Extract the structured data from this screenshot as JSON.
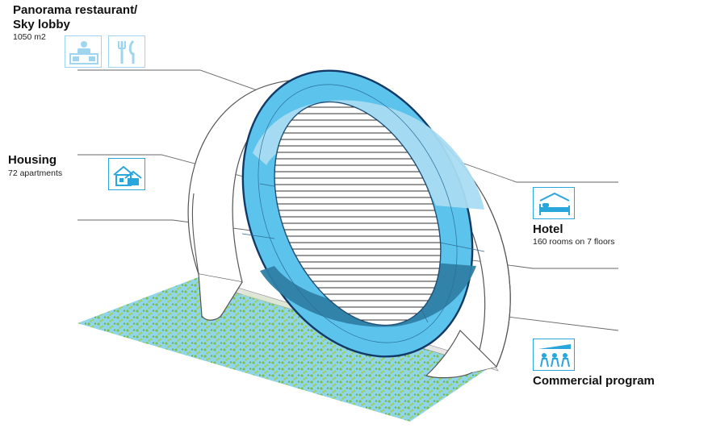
{
  "labels": {
    "restaurant": {
      "title_line1": "Panorama restaurant/",
      "title_line2": "Sky lobby",
      "subtitle": "1050 m2"
    },
    "housing": {
      "title": "Housing",
      "subtitle": "72 apartments"
    },
    "hotel": {
      "title": "Hotel",
      "subtitle": "160 rooms on 7 floors"
    },
    "commercial": {
      "title": "Commercial program"
    }
  },
  "icons": {
    "restaurant": [
      "reception-desk-icon",
      "fork-knife-icon"
    ],
    "housing": "houses-icon",
    "hotel": "bed-icon",
    "commercial": "shopping-people-icon"
  },
  "colors": {
    "icon_accent": "#29a6dc",
    "ring_light": "#a9dcf2",
    "ring_mid": "#5cc3ec",
    "ring_dark": "#2e7fa6",
    "ground_water": "#8fd6ea",
    "ground_green": "#7fbf4a"
  }
}
